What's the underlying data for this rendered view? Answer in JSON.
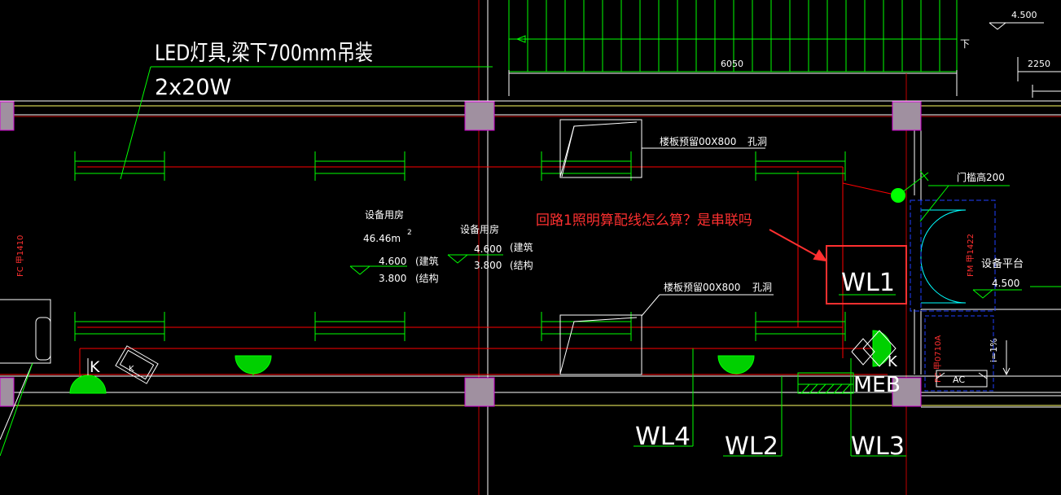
{
  "colors": {
    "background": "#000000",
    "white": "#ffffff",
    "green": "#00ff00",
    "red": "#ff0000",
    "darkred": "#c00000",
    "yellow": "#ffff66",
    "blue": "#2040ff",
    "cyan": "#00ffff",
    "column": "#a090a0",
    "column_edge": "#d000d0",
    "annotation": "#ff3030"
  },
  "labels": {
    "fixture_note": "LED灯具,梁下700mm吊装",
    "fixture_power": "2x20W",
    "dim_6050": "6050",
    "dim_2250": "2250",
    "elev_top": "4.500",
    "stair_down": "下",
    "slab_hole_top": "楼板预留00X800",
    "slab_hole_bottom": "楼板预留00X800",
    "hole_word_top": "孔洞",
    "hole_word_bottom": "孔洞",
    "room1_name": "设备用房",
    "room1_area": "46.46m",
    "room1_sup": "2",
    "room2_name": "设备用房",
    "elev_arch_1": "4.600",
    "elev_struct_1": "3.800",
    "elev_arch_2": "4.600",
    "elev_struct_2": "3.800",
    "note_arch": "(建筑",
    "note_struct": "(结构",
    "threshold": "门槛高200",
    "fm_door": "FM 甲1422",
    "platform": "设备平台",
    "platform_elev": "4.500",
    "fc_left": "FC 甲1410",
    "fc_right": "FC 甲0710A",
    "slope": "i=1%",
    "ac": "AC",
    "switch_k": "K",
    "meb": "MEB",
    "wl1": "WL1",
    "wl2": "WL2",
    "wl3": "WL3",
    "wl4": "WL4",
    "question": "回路1照明算配线怎么算？是串联吗"
  }
}
